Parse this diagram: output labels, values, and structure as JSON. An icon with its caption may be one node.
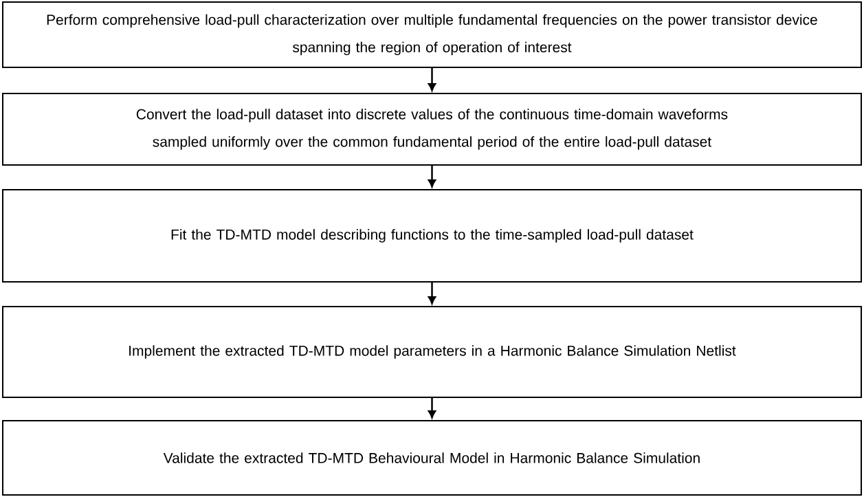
{
  "diagram": {
    "nodes": [
      {
        "text": [
          "Perform comprehensive load-pull characterization over multiple fundamental frequencies on the power transistor device spanning the region of operation of interest"
        ]
      },
      {
        "text": [
          "Convert the load-pull dataset into discrete values of the continuous time-domain waveforms sampled uniformly over the common fundamental period of the entire load-pull dataset"
        ]
      },
      {
        "text": [
          "Fit the TD-MTD model describing functions to the time-sampled load-pull dataset"
        ]
      },
      {
        "text": [
          "Implement the extracted TD-MTD model parameters in a Harmonic Balance Simulation Netlist"
        ]
      },
      {
        "text": [
          "Validate the extracted TD-MTD Behavioural Model in Harmonic Balance Simulation"
        ]
      }
    ],
    "edges": [
      {
        "from": 0,
        "to": 1,
        "arrow": "to"
      },
      {
        "from": 1,
        "to": 2,
        "arrow": "to"
      },
      {
        "from": 2,
        "to": 3,
        "arrow": "to"
      },
      {
        "from": 3,
        "to": 4,
        "arrow": "to"
      }
    ]
  }
}
